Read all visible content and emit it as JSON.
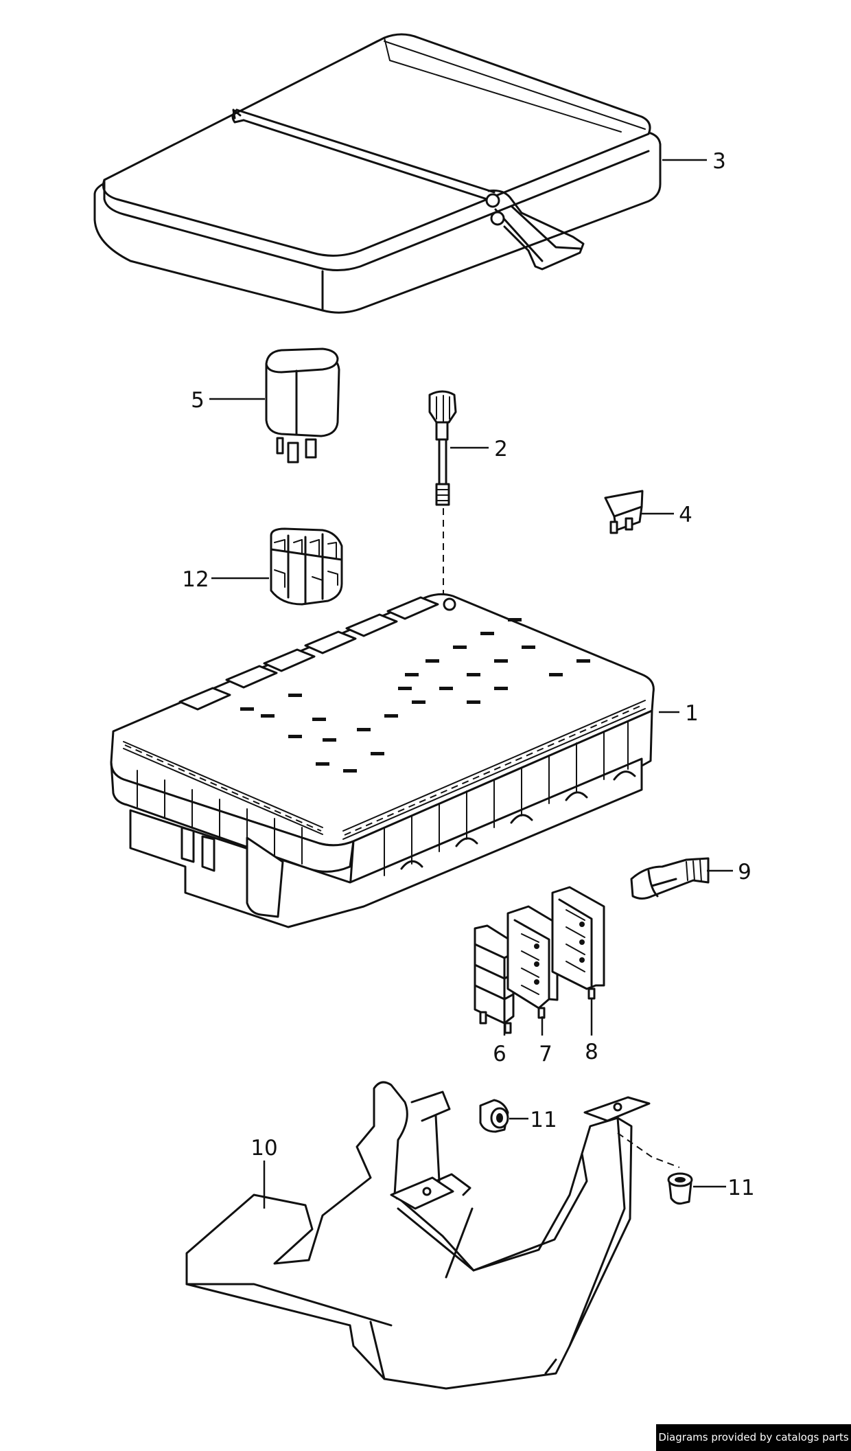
{
  "diagram": {
    "callouts": [
      {
        "id": "c1",
        "label": "1"
      },
      {
        "id": "c2",
        "label": "2"
      },
      {
        "id": "c3",
        "label": "3"
      },
      {
        "id": "c4",
        "label": "4"
      },
      {
        "id": "c5",
        "label": "5"
      },
      {
        "id": "c6",
        "label": "6"
      },
      {
        "id": "c7",
        "label": "7"
      },
      {
        "id": "c8",
        "label": "8"
      },
      {
        "id": "c9",
        "label": "9"
      },
      {
        "id": "c10",
        "label": "10"
      },
      {
        "id": "c11a",
        "label": "11"
      },
      {
        "id": "c11b",
        "label": "11"
      },
      {
        "id": "c12",
        "label": "12"
      }
    ]
  },
  "footer": {
    "watermark": "Diagrams provided by catalogs parts"
  }
}
